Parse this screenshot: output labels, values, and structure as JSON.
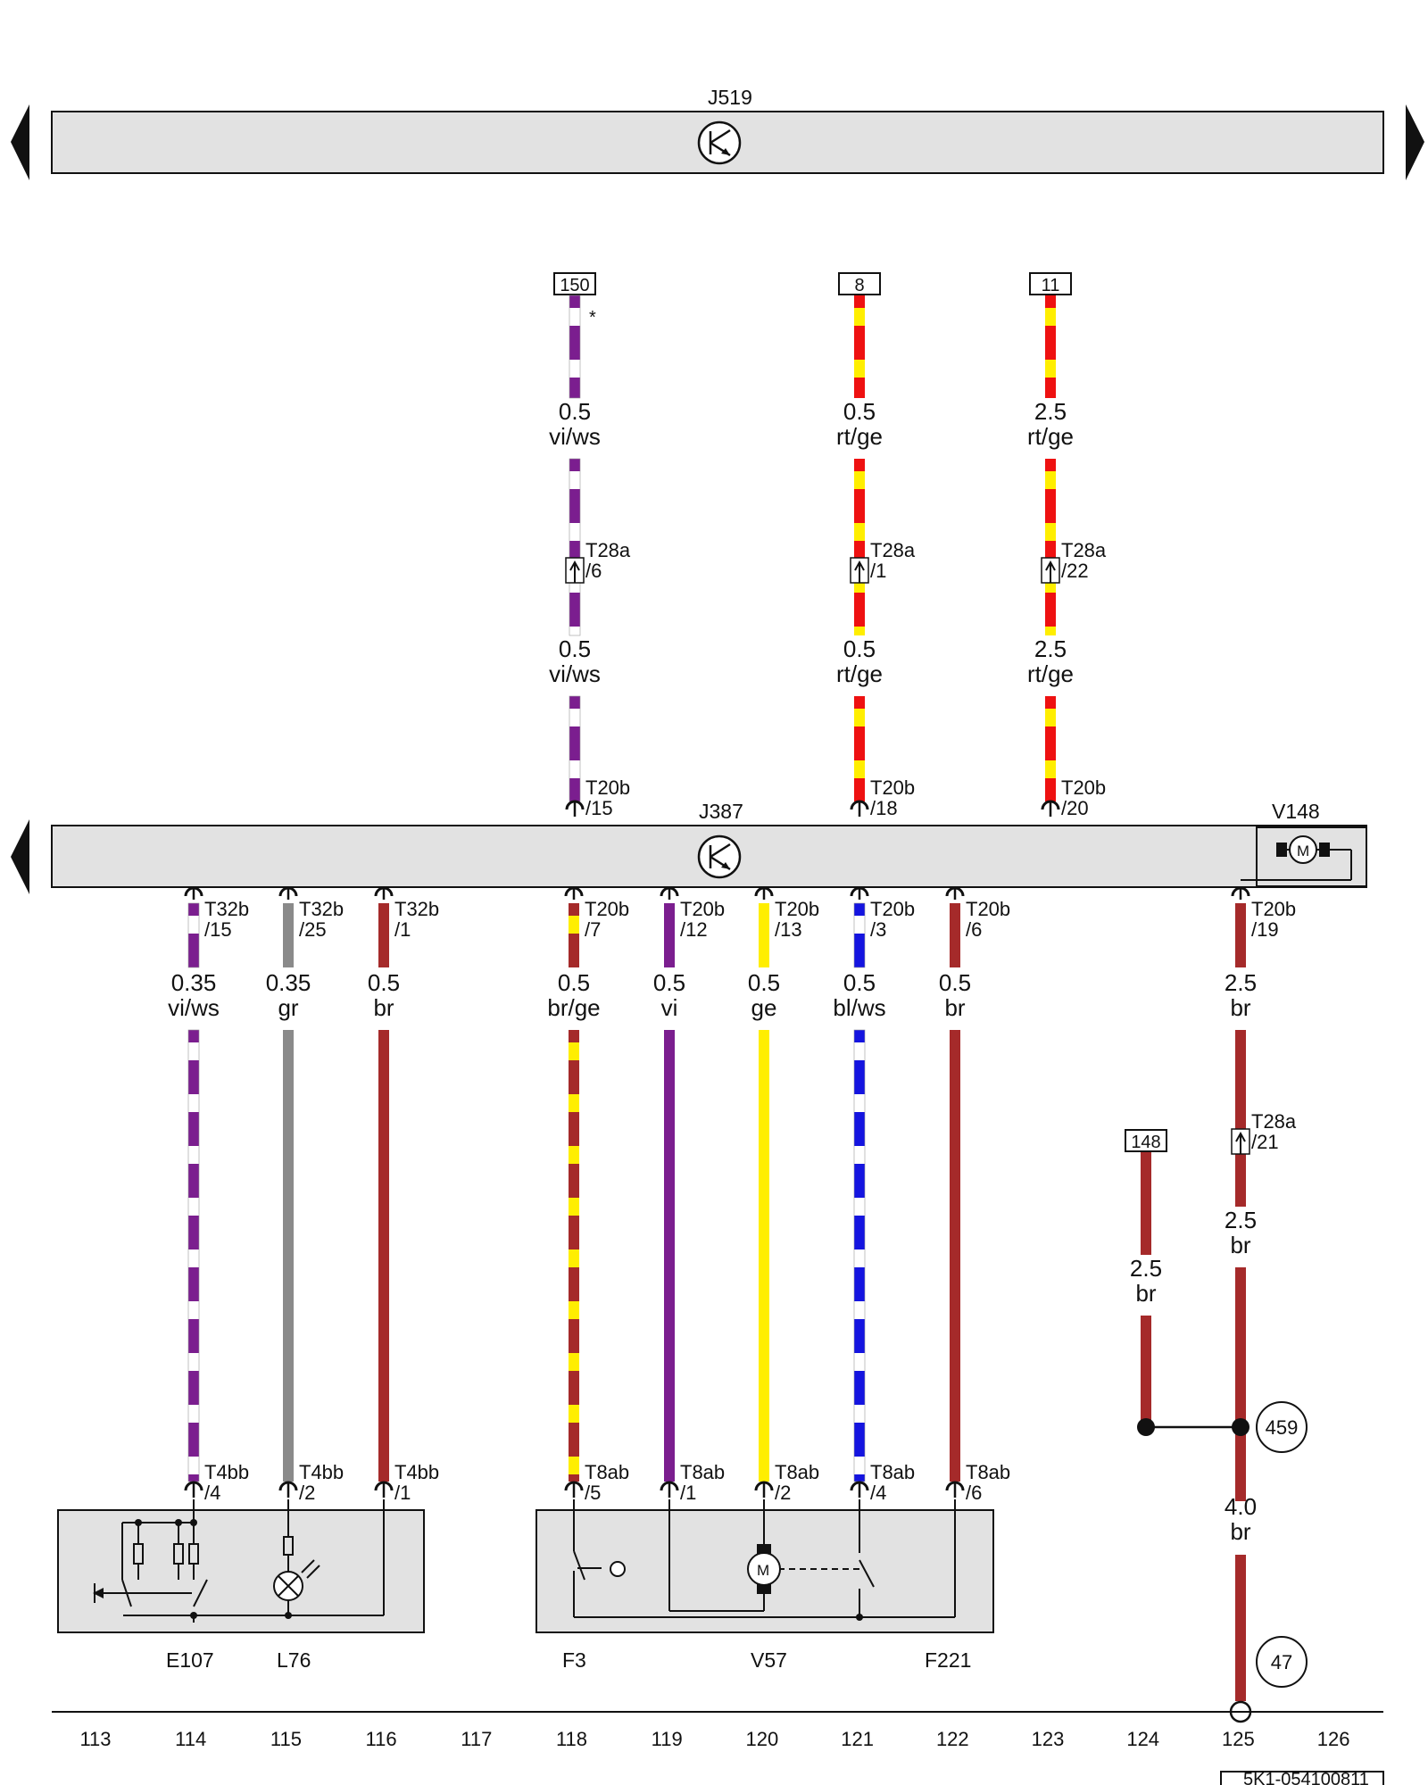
{
  "modules": {
    "j519": {
      "label": "J519"
    },
    "j387": {
      "label": "J387"
    },
    "v148": {
      "label": "V148"
    }
  },
  "components": [
    {
      "id": "e107",
      "label": "E107"
    },
    {
      "id": "l76",
      "label": "L76"
    },
    {
      "id": "f3",
      "label": "F3"
    },
    {
      "id": "v57",
      "label": "V57"
    },
    {
      "id": "f221",
      "label": "F221"
    }
  ],
  "wires_upper": [
    {
      "ref": "150",
      "star": "*",
      "size1": "0.5",
      "color1": "vi/ws",
      "inline_conn": "T28a",
      "inline_pin": "/6",
      "size2": "0.5",
      "color2": "vi/ws",
      "conn": "T20b",
      "pin": "/15",
      "base_hex": "#7b1e8f",
      "stripe_hex": "#ffffff"
    },
    {
      "ref": "8",
      "star": "",
      "size1": "0.5",
      "color1": "rt/ge",
      "inline_conn": "T28a",
      "inline_pin": "/1",
      "size2": "0.5",
      "color2": "rt/ge",
      "conn": "T20b",
      "pin": "/18",
      "base_hex": "#ee1111",
      "stripe_hex": "#ffee00"
    },
    {
      "ref": "11",
      "star": "",
      "size1": "2.5",
      "color1": "rt/ge",
      "inline_conn": "T28a",
      "inline_pin": "/22",
      "size2": "2.5",
      "color2": "rt/ge",
      "conn": "T20b",
      "pin": "/20",
      "base_hex": "#ee1111",
      "stripe_hex": "#ffee00"
    }
  ],
  "wires_lower": [
    {
      "top_conn": "T32b",
      "top_pin": "/15",
      "size": "0.35",
      "color": "vi/ws",
      "bot_conn": "T4bb",
      "bot_pin": "/4",
      "base_hex": "#7b1e8f",
      "stripe_hex": "#ffffff"
    },
    {
      "top_conn": "T32b",
      "top_pin": "/25",
      "size": "0.35",
      "color": "gr",
      "bot_conn": "T4bb",
      "bot_pin": "/2",
      "base_hex": "#8a8a8a",
      "stripe_hex": ""
    },
    {
      "top_conn": "T32b",
      "top_pin": "/1",
      "size": "0.5",
      "color": "br",
      "bot_conn": "T4bb",
      "bot_pin": "/1",
      "base_hex": "#a52a2a",
      "stripe_hex": ""
    },
    {
      "top_conn": "T20b",
      "top_pin": "/7",
      "size": "0.5",
      "color": "br/ge",
      "bot_conn": "T8ab",
      "bot_pin": "/5",
      "base_hex": "#a52a2a",
      "stripe_hex": "#ffee00"
    },
    {
      "top_conn": "T20b",
      "top_pin": "/12",
      "size": "0.5",
      "color": "vi",
      "bot_conn": "T8ab",
      "bot_pin": "/1",
      "base_hex": "#7b1e8f",
      "stripe_hex": ""
    },
    {
      "top_conn": "T20b",
      "top_pin": "/13",
      "size": "0.5",
      "color": "ge",
      "bot_conn": "T8ab",
      "bot_pin": "/2",
      "base_hex": "#ffee00",
      "stripe_hex": ""
    },
    {
      "top_conn": "T20b",
      "top_pin": "/3",
      "size": "0.5",
      "color": "bl/ws",
      "bot_conn": "T8ab",
      "bot_pin": "/4",
      "base_hex": "#1414e0",
      "stripe_hex": "#ffffff"
    },
    {
      "top_conn": "T20b",
      "top_pin": "/6",
      "size": "0.5",
      "color": "br",
      "bot_conn": "T8ab",
      "bot_pin": "/6",
      "base_hex": "#a52a2a",
      "stripe_hex": ""
    }
  ],
  "ground_branch": {
    "main": {
      "top_conn": "T20b",
      "top_pin": "/19",
      "size1": "2.5",
      "color1": "br",
      "inline_conn": "T28a",
      "inline_pin": "/21",
      "size2": "2.5",
      "color2": "br",
      "size3": "4.0",
      "color3": "br",
      "hex": "#a52a2a"
    },
    "side": {
      "ref": "148",
      "size": "2.5",
      "color": "br",
      "hex": "#a52a2a"
    },
    "points": [
      "459",
      "47"
    ]
  },
  "track_numbers": [
    "113",
    "114",
    "115",
    "116",
    "117",
    "118",
    "119",
    "120",
    "121",
    "122",
    "123",
    "124",
    "125",
    "126"
  ],
  "footer_code": "5K1-054100811"
}
